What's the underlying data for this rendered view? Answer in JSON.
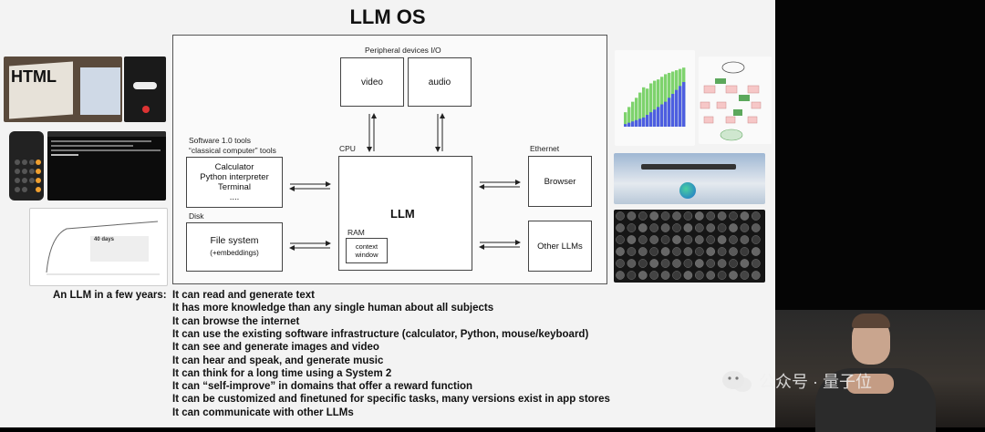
{
  "slide": {
    "title": "LLM OS",
    "diagram": {
      "peripheral_label": "Peripheral devices I/O",
      "video_label": "video",
      "audio_label": "audio",
      "software_label_1": "Software 1.0 tools",
      "software_label_2": "“classical computer” tools",
      "tools": [
        "Calculator",
        "Python interpreter",
        "Terminal",
        "...."
      ],
      "cpu_label": "CPU",
      "llm_label": "LLM",
      "ram_label": "RAM",
      "context_window_1": "context",
      "context_window_2": "window",
      "ethernet_label": "Ethernet",
      "browser_label": "Browser",
      "other_llms_label": "Other LLMs",
      "disk_label": "Disk",
      "filesystem_label": "File system",
      "embeddings_label": "(+embeddings)"
    },
    "list_heading": "An LLM in a few years:",
    "list_items": [
      "It can read and generate text",
      "It has more knowledge than any single human about all subjects",
      "It can browse the internet",
      "It can use the existing software infrastructure (calculator, Python, mouse/keyboard)",
      "It can see and generate images and video",
      "It can hear and speak, and generate music",
      "It can think for a long time using a System 2",
      "It can “self-improve” in domains that offer a reward function",
      "It can be customized and finetuned for specific tasks, many versions exist in app stores",
      "It can communicate with other LLMs"
    ],
    "thumb_text": {
      "html_word": "HTML",
      "days_label": "40 days"
    }
  },
  "watermark": {
    "text": "公众号 · 量子位"
  },
  "colors": {
    "slide_bg": "#f3f3f3",
    "side_bg": "#050505",
    "chart_green": "#7ed36d",
    "chart_blue": "#4d5ee0"
  }
}
